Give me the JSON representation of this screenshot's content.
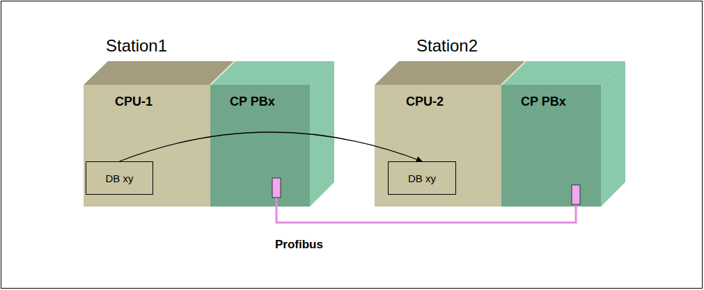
{
  "diagram": {
    "nodes": [
      {
        "text": [
          "CPU-1"
        ]
      },
      {
        "text": [
          "DB xy"
        ],
        "in": 0
      },
      {
        "text": [
          "CP PBx"
        ]
      },
      {
        "text": [
          "CPU-2"
        ]
      },
      {
        "text": [
          "DB xy"
        ],
        "in": 3
      },
      {
        "text": [
          "CP PBx"
        ]
      }
    ],
    "edges": [
      {
        "from": 1,
        "to": 4,
        "arrow": "to"
      }
    ],
    "labels": [
      "Station1",
      "Station2",
      "Profibus"
    ]
  }
}
